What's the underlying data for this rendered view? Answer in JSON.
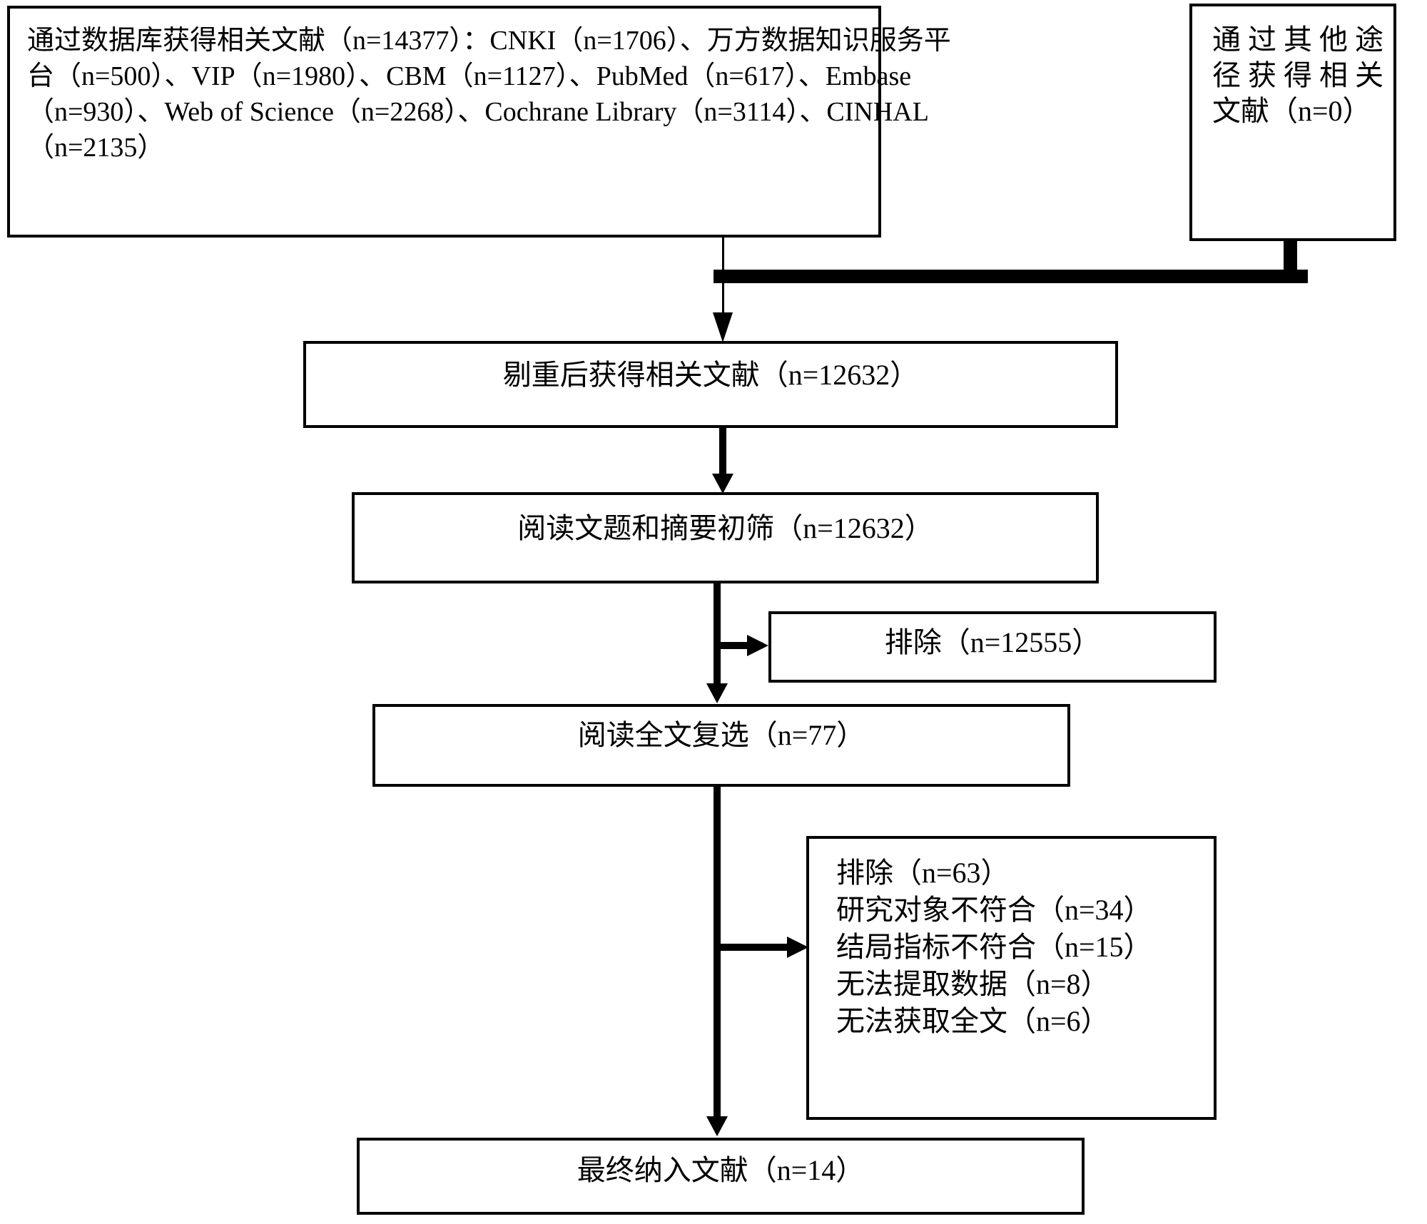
{
  "diagram": {
    "kind": "literature-screening-flowchart",
    "colors": {
      "line": "#000000",
      "box_border": "#000000",
      "background": "#ffffff",
      "text": "#000000"
    },
    "boxes": {
      "db_search": {
        "lines": [
          "通过数据库获得相关文献（n=14377）：CNKI（n=1706）、万方数据知识服务平",
          "台（n=500）、VIP（n=1980）、CBM（n=1127）、PubMed（n=617）、Embase",
          "（n=930）、Web of Science（n=2268）、Cochrane Library（n=3114）、CINHAL",
          "（n=2135）"
        ]
      },
      "other_sources": {
        "lines": [
          "通过其他途",
          "径获得相关",
          "文献（n=0）"
        ]
      },
      "dedup": {
        "label": "剔重后获得相关文献（n=12632）"
      },
      "title_abstract_screen": {
        "label": "阅读文题和摘要初筛（n=12632）"
      },
      "excluded_initial": {
        "label": "排除（n=12555）"
      },
      "fulltext_review": {
        "label": "阅读全文复选（n=77）"
      },
      "excluded_fulltext": {
        "lines": [
          "排除（n=63）",
          "研究对象不符合（n=34）",
          "结局指标不符合（n=15）",
          "无法提取数据（n=8）",
          "无法获取全文（n=6）"
        ]
      },
      "final_included": {
        "label": "最终纳入文献（n=14）"
      }
    }
  }
}
